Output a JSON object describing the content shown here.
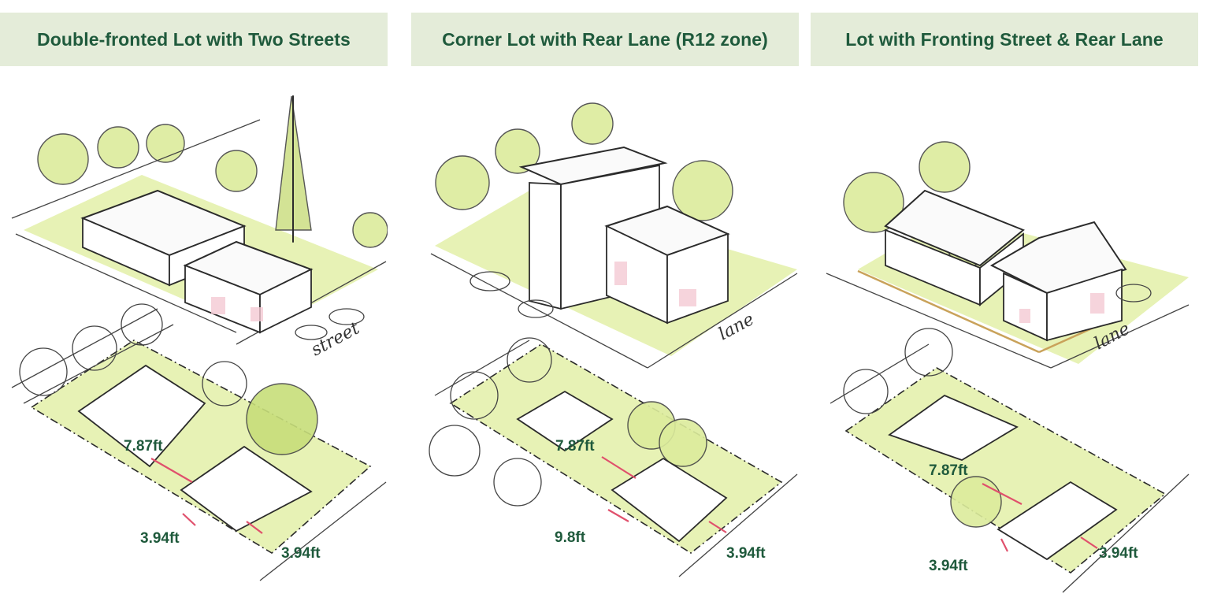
{
  "panels": [
    {
      "title": "Double-fronted Lot with Two Streets",
      "street_label": "street",
      "dimensions": {
        "gap": "7.87ft",
        "side": "3.94ft",
        "rear": "3.94ft"
      }
    },
    {
      "title": "Corner Lot with Rear Lane (R12 zone)",
      "street_label": "lane",
      "dimensions": {
        "gap": "7.87ft",
        "side": "9.8ft",
        "rear": "3.94ft"
      }
    },
    {
      "title": "Lot with Fronting Street & Rear Lane",
      "street_label": "lane",
      "dimensions": {
        "gap": "7.87ft",
        "side": "3.94ft",
        "rear": "3.94ft"
      }
    }
  ],
  "colors": {
    "header_bg": "#e4ecd9",
    "header_text": "#1f5a3c",
    "dimension_text": "#1f5a3c",
    "dimension_arrow": "#e0506c",
    "lot_wash": "#e3f0a8"
  }
}
